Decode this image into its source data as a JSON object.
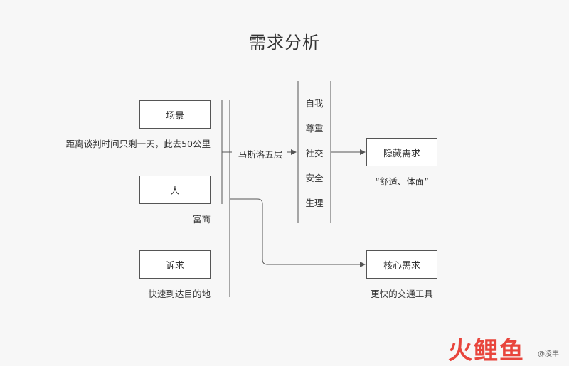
{
  "title": "需求分析",
  "left": {
    "scene": {
      "box": "场景",
      "note": "距离谈判时间只剩一天，此去50公里"
    },
    "person": {
      "box": "人",
      "note": "富商"
    },
    "appeal": {
      "box": "诉求",
      "note": "快速到达目的地"
    }
  },
  "maslow": {
    "label": "马斯洛五层",
    "levels": [
      "自我",
      "尊重",
      "社交",
      "安全",
      "生理"
    ]
  },
  "outputs": {
    "hidden": {
      "box": "隐藏需求",
      "note": "“舒适、体面”"
    },
    "core": {
      "box": "核心需求",
      "note": "更快的交通工具"
    }
  },
  "watermark": {
    "logo": "火鲤鱼",
    "small": "@凌丰"
  },
  "colors": {
    "line": "#555555",
    "logo_red": "#e8453c",
    "logo_blue": "#3a78c9"
  }
}
